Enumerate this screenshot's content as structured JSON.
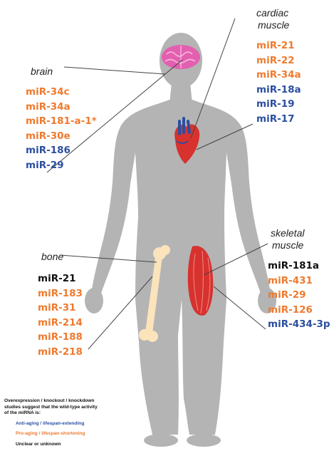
{
  "colors": {
    "anti": "#2b4ea0",
    "pro": "#ef7a2e",
    "unknown": "#111111",
    "body": "#b4b4b4",
    "bone": "#fbe3bc",
    "muscle": "#d7322e",
    "brain": "#e35fb0",
    "line": "#444444"
  },
  "organs": {
    "brain": {
      "title": "brain",
      "mirnas": [
        {
          "name": "miR-34c",
          "status": "pro"
        },
        {
          "name": "miR-34a",
          "status": "pro"
        },
        {
          "name": "miR-181-a-1*",
          "status": "pro"
        },
        {
          "name": "miR-30e",
          "status": "pro"
        },
        {
          "name": "miR-186",
          "status": "anti"
        },
        {
          "name": "miR-29",
          "status": "anti"
        }
      ]
    },
    "cardiac": {
      "title_line1": "cardiac",
      "title_line2": "muscle",
      "mirnas": [
        {
          "name": "miR-21",
          "status": "pro"
        },
        {
          "name": "miR-22",
          "status": "pro"
        },
        {
          "name": "miR-34a",
          "status": "pro"
        },
        {
          "name": "miR-18a",
          "status": "anti"
        },
        {
          "name": "miR-19",
          "status": "anti"
        },
        {
          "name": "miR-17",
          "status": "anti"
        }
      ]
    },
    "bone": {
      "title": "bone",
      "mirnas": [
        {
          "name": "miR-21",
          "status": "unknown"
        },
        {
          "name": "miR-183",
          "status": "pro"
        },
        {
          "name": "miR-31",
          "status": "pro"
        },
        {
          "name": "miR-214",
          "status": "pro"
        },
        {
          "name": "miR-188",
          "status": "pro"
        },
        {
          "name": "miR-218",
          "status": "pro"
        }
      ]
    },
    "skeletal": {
      "title_line1": "skeletal",
      "title_line2": "muscle",
      "mirnas": [
        {
          "name": "miR-181a",
          "status": "unknown"
        },
        {
          "name": "miR-431",
          "status": "pro"
        },
        {
          "name": "miR-29",
          "status": "pro"
        },
        {
          "name": "miR-126",
          "status": "pro"
        },
        {
          "name": "miR-434-3p",
          "status": "anti"
        }
      ]
    }
  },
  "legend": {
    "intro_line1": "Overexpression / knockout / knockdown",
    "intro_line2": "studies suggest that the wild-type activity",
    "intro_line3": "of the miRNA is:",
    "anti": "Anti-aging / lifespan-extending",
    "pro": "Pro-aging / lifespan-shortening",
    "unknown": "Unclear or unknown"
  }
}
